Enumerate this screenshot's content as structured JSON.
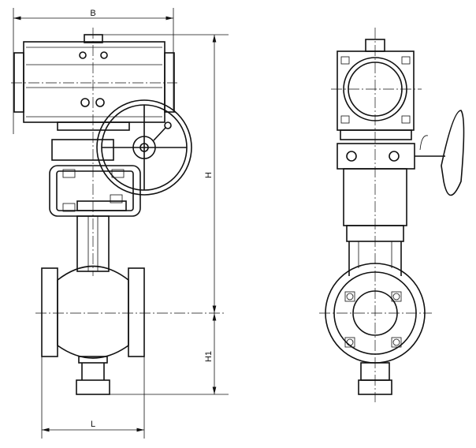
{
  "drawing": {
    "dimensions": {
      "width_top": "B",
      "height_total": "H",
      "height_lower": "H1",
      "length": "L"
    },
    "colors": {
      "line": "#111111",
      "background": "#ffffff"
    }
  }
}
